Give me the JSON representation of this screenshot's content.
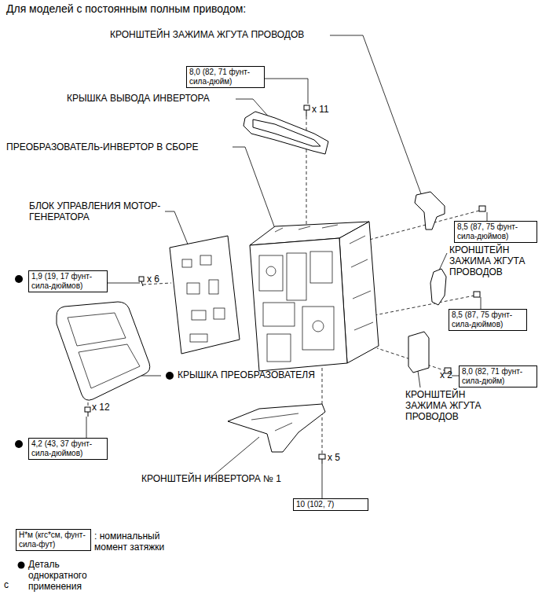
{
  "diagram": {
    "title": "Для моделей с постоянным полным приводом:",
    "nodes": [
      {
        "text": [
          "8,0 (82, 71 фунт-сила-дюйм)"
        ]
      },
      {
        "text": [
          "8,5 (87, 75 фунт-сила-дюймов)"
        ]
      },
      {
        "text": [
          "1,9 (19, 17 фунт-сила-дюймов)"
        ]
      },
      {
        "text": [
          "8,5 (87, 75 фунт-сила-дюймов)"
        ]
      },
      {
        "text": [
          "8,0 (82, 71 фунт-сила-дюйм)"
        ]
      },
      {
        "text": [
          "4,2 (43, 37 фунт-сила-дюймов)"
        ]
      },
      {
        "text": [
          "10 (102, 7)"
        ]
      },
      {
        "text": [
          "Н*м (кгс*см, фунт-сила-фут)"
        ]
      }
    ],
    "labels": [
      "КРОНШТЕЙН ЗАЖИМА ЖГУТА ПРОВОДОВ",
      "x 11",
      "КРЫШКА ВЫВОДА ИНВЕРТОРА",
      "ПРЕОБРАЗОВАТЕЛЬ-ИНВЕРТОР В СБОРЕ",
      "БЛОК УПРАВЛЕНИЯ МОТОР-ГЕНЕРАТОРА",
      "КРОНШТЕЙН ЗАЖИМА ЖГУТА ПРОВОДОВ",
      "x 6",
      "КРЫШКА ПРЕОБРАЗОВАТЕЛЯ",
      "x 2",
      "КРОНШТЕЙН ЗАЖИМА ЖГУТА ПРОВОДОВ",
      "x 12",
      "x 5",
      "КРОНШТЕЙН ИНВЕРТОРА № 1",
      "c"
    ],
    "legend": [
      {
        "text": ": номинальный момент затяжки"
      },
      {
        "text": "Деталь однократного применения"
      }
    ]
  }
}
